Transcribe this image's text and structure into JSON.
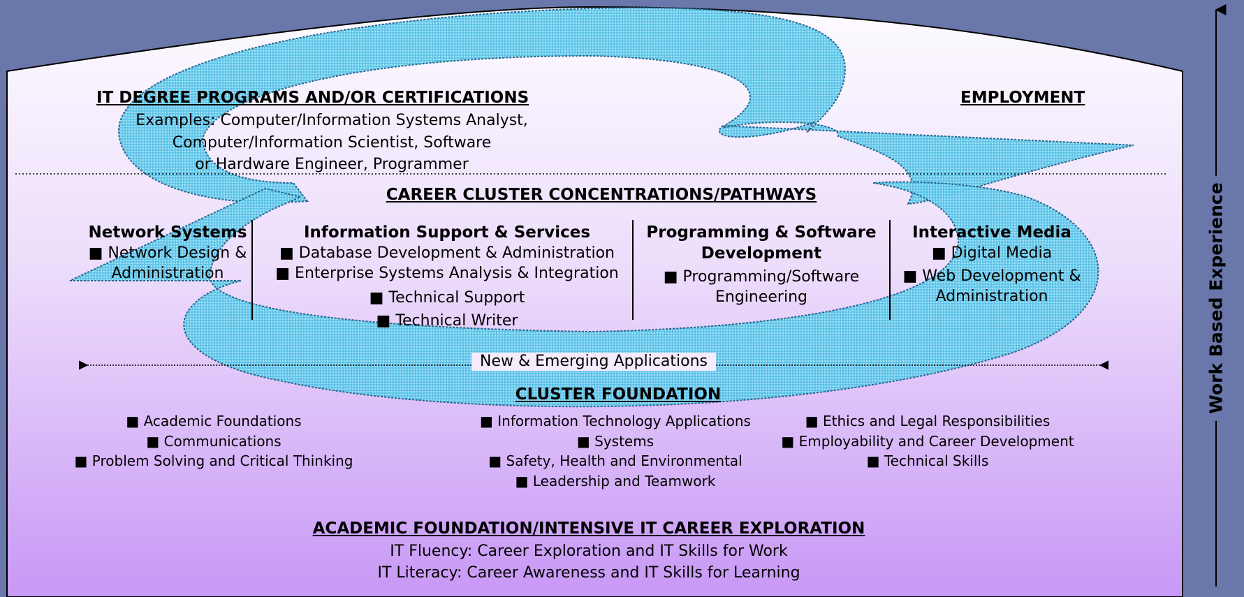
{
  "top": {
    "degree_title": "IT DEGREE PROGRAMS AND/OR CERTIFICATIONS",
    "degree_lines": [
      "Examples: Computer/Information Systems Analyst,",
      "Computer/Information Scientist, Software",
      "or Hardware Engineer, Programmer"
    ],
    "employment_title": "EMPLOYMENT"
  },
  "pathways": {
    "title": "CAREER CLUSTER CONCENTRATIONS/PATHWAYS",
    "columns": [
      {
        "title": "Network Systems",
        "items": [
          "■ Network Design &",
          "Administration"
        ]
      },
      {
        "title": "Information Support & Services",
        "items": [
          "■ Database Development & Administration",
          "■ Enterprise Systems Analysis & Integration",
          "■ Technical Support",
          "■ Technical Writer"
        ]
      },
      {
        "title": "Programming & Software",
        "title2": "Development",
        "items": [
          "■ Programming/Software",
          "Engineering"
        ]
      },
      {
        "title": "Interactive Media",
        "items": [
          "■ Digital Media",
          "■ Web Development &",
          "Administration"
        ]
      }
    ]
  },
  "emerging": "New & Emerging Applications",
  "foundation": {
    "title": "CLUSTER FOUNDATION",
    "left": [
      "■ Academic Foundations",
      "■ Communications",
      "■ Problem Solving and Critical Thinking"
    ],
    "middle": [
      "■ Information Technology Applications",
      "■ Systems",
      "■ Safety, Health and Environmental",
      "■ Leadership and Teamwork"
    ],
    "right": [
      "■ Ethics and Legal Responsibilities",
      "■ Employability and Career Development",
      "■ Technical Skills"
    ]
  },
  "academic": {
    "title": "ACADEMIC FOUNDATION/INTENSIVE IT CAREER EXPLORATION",
    "lines": [
      "IT Fluency: Career Exploration and IT Skills for Work",
      "IT Literacy: Career Awareness and IT Skills for Learning"
    ]
  },
  "side_label": "Work Based Experience",
  "colors": {
    "background": "#6977aa",
    "panel_top": "#fdfbff",
    "panel_bottom": "#c898f6",
    "arrow_fill": "#63cdee",
    "arrow_stroke": "#2c7fa8"
  }
}
